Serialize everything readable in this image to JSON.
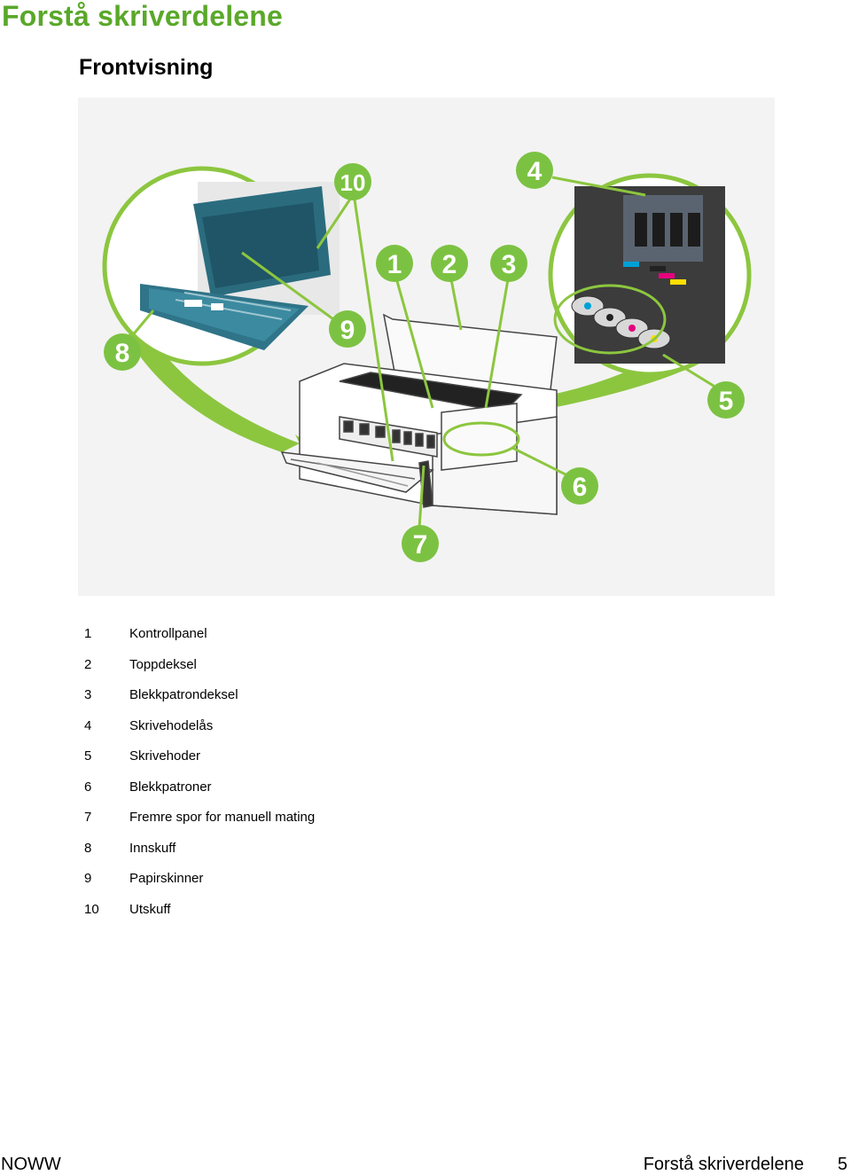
{
  "header": {
    "chapter_title": "Forstå skriverdelene",
    "section_title": "Frontvisning"
  },
  "figure": {
    "callouts": [
      "1",
      "2",
      "3",
      "4",
      "5",
      "6",
      "7",
      "8",
      "9",
      "10"
    ]
  },
  "legend": [
    {
      "num": "1",
      "label": "Kontrollpanel"
    },
    {
      "num": "2",
      "label": "Toppdeksel"
    },
    {
      "num": "3",
      "label": "Blekkpatrondeksel"
    },
    {
      "num": "4",
      "label": "Skrivehodelås"
    },
    {
      "num": "5",
      "label": "Skrivehoder"
    },
    {
      "num": "6",
      "label": "Blekkpatroner"
    },
    {
      "num": "7",
      "label": "Fremre spor for manuell mating"
    },
    {
      "num": "8",
      "label": "Innskuff"
    },
    {
      "num": "9",
      "label": "Papirskinner"
    },
    {
      "num": "10",
      "label": "Utskuff"
    }
  ],
  "footer": {
    "left": "NOWW",
    "right_title": "Forstå skriverdelene",
    "page_number": "5"
  },
  "colors": {
    "accent_green": "#5aa82a",
    "callout_green": "#7cc242"
  }
}
